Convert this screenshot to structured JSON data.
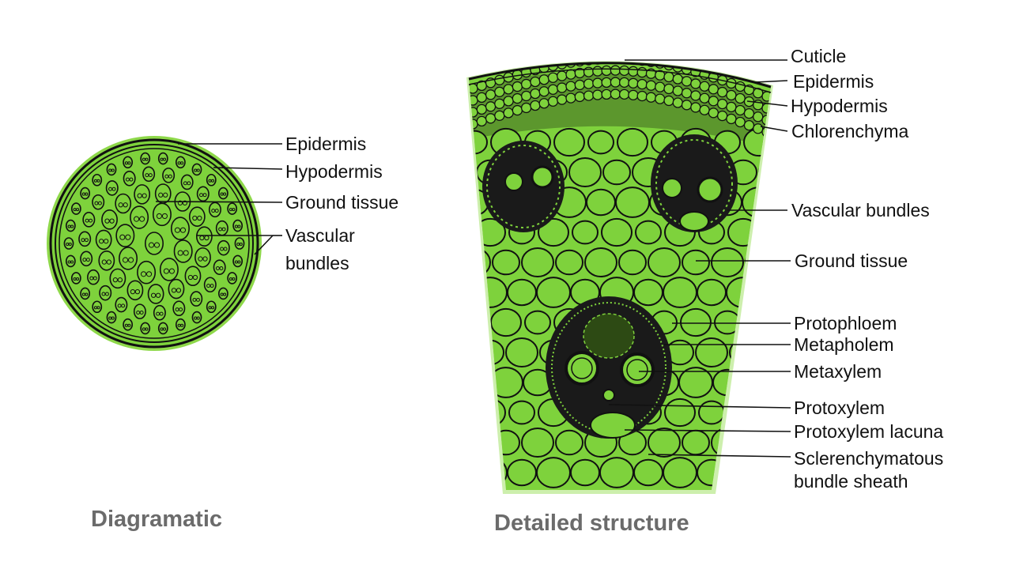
{
  "diagrams": {
    "left": {
      "caption": "Diagramatic",
      "labels": {
        "epidermis": "Epidermis",
        "hypodermis": "Hypodermis",
        "ground_tissue": "Ground tissue",
        "vascular_1": "Vascular",
        "vascular_2": "bundles"
      }
    },
    "right": {
      "caption": "Detailed structure",
      "labels": {
        "cuticle": "Cuticle",
        "epidermis": "Epidermis",
        "hypodermis": "Hypodermis",
        "chlorenchyma": "Chlorenchyma",
        "vascular_bundles": "Vascular bundles",
        "ground_tissue": "Ground tissue",
        "protophloem": "Protophloem",
        "metaphloem": "Metapholem",
        "metaxylem": "Metaxylem",
        "protoxylem": "Protoxylem",
        "protoxylem_lacuna": "Protoxylem lacuna",
        "sclerenchyma_1": "Sclerenchymatous",
        "sclerenchyma_2": "bundle sheath"
      }
    }
  },
  "colors": {
    "tissue_green": "#7ed23c",
    "outline": "#111111",
    "caption_grey": "#6b6b6b"
  }
}
